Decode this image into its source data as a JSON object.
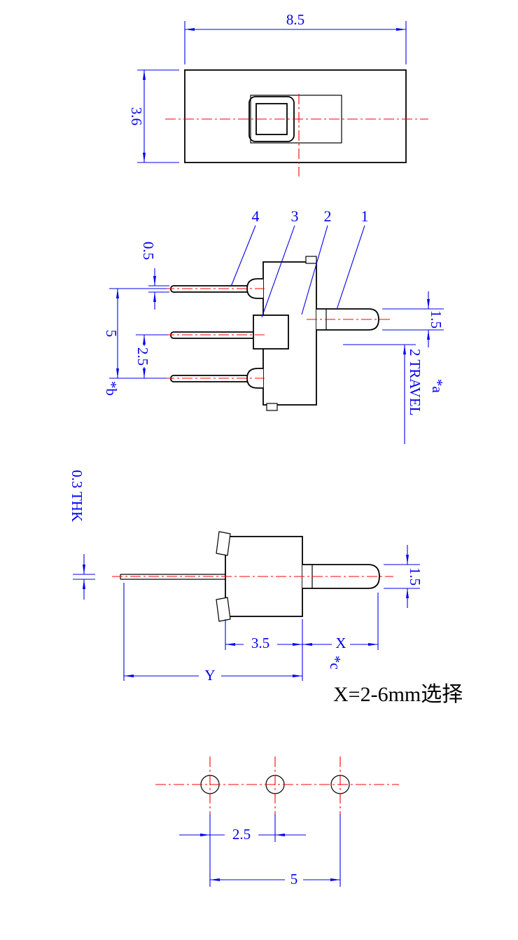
{
  "drawing": {
    "colors": {
      "dimension": "#0000ee",
      "centerline": "#ff0000",
      "outline": "#000000",
      "background": "#ffffff"
    },
    "top_view": {
      "width": "8.5",
      "height": "3.6"
    },
    "front_view": {
      "leaders": [
        "4",
        "3",
        "2",
        "1"
      ],
      "pin_thickness": "0.5",
      "pin_span": "5",
      "pin_pitch": "2.5",
      "note_b": "*b",
      "shaft_diameter": "1.5",
      "travel": "2 TRAVEL",
      "note_a": "*a"
    },
    "side_view": {
      "terminal_thickness": "0.3 THK",
      "shaft_diameter": "1.5",
      "body_length": "3.5",
      "shaft_length_label": "X",
      "note_c": "*c",
      "overall_label": "Y",
      "x_range_note": "X=2-6mm选择"
    },
    "footprint_view": {
      "pitch": "2.5",
      "span": "5"
    }
  }
}
